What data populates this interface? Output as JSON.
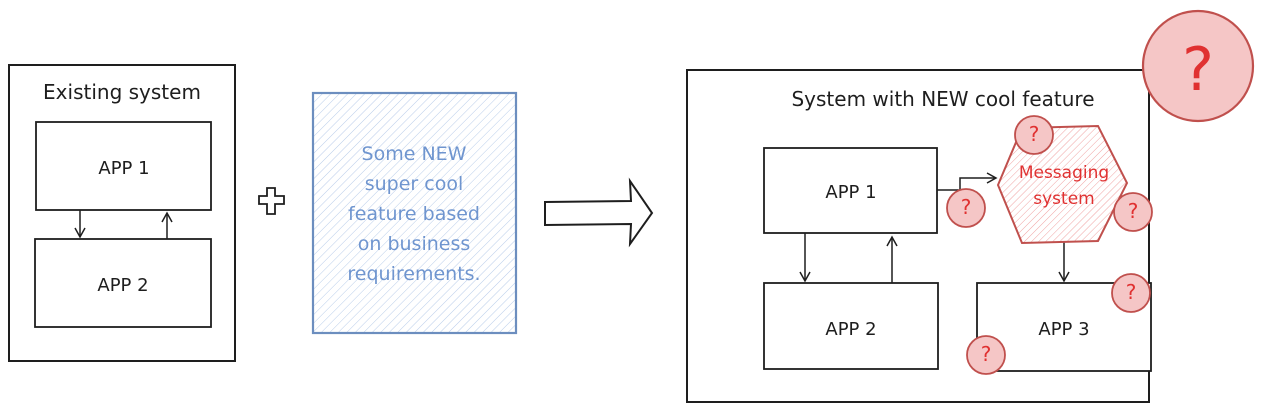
{
  "colors": {
    "stroke": "#1e1e1e",
    "feature_stroke": "#6c8ebf",
    "feature_text": "#6f95cf",
    "feature_fill": "#dae8fc",
    "alert_stroke": "#c0504d",
    "alert_fill": "#f5c6c6",
    "alert_text": "#e03131"
  },
  "existing_system": {
    "title": "Existing system",
    "apps": [
      "APP 1",
      "APP 2"
    ]
  },
  "plus_symbol": "+",
  "new_feature": {
    "lines": [
      "Some NEW",
      "super cool",
      "feature based",
      "on business",
      "requirements."
    ]
  },
  "new_system": {
    "title": "System with  NEW cool feature",
    "apps": [
      "APP 1",
      "APP 2",
      "APP 3"
    ],
    "messaging": [
      "Messaging",
      "system"
    ],
    "question_mark": "?"
  }
}
